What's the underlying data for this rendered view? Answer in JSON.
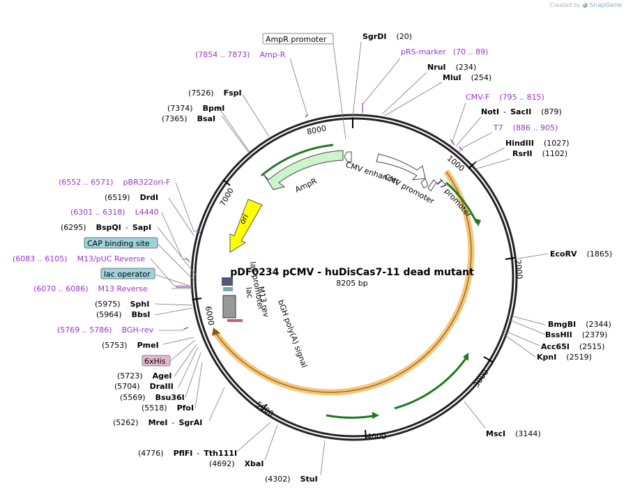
{
  "credit": {
    "prefix": "Created by",
    "brand": "SnapGene"
  },
  "title": "pDF0234 pCMV - huDisCas7-11 dead mutant",
  "size_label": "8205 bp",
  "ticks": [
    "1000",
    "2000",
    "3000",
    "4000",
    "5000",
    "6000",
    "7000",
    "8000"
  ],
  "features": [
    {
      "id": "ampr_promoter",
      "label": "AmpR promoter",
      "boxed": true,
      "box_color": "#ffffff"
    },
    {
      "id": "ampr",
      "label": "AmpR"
    },
    {
      "id": "cmv_enh",
      "label": "CMV enhancer"
    },
    {
      "id": "cmv_prom",
      "label": "CMV promoter"
    },
    {
      "id": "t7_prom",
      "label": "T7 promoter"
    },
    {
      "id": "ori",
      "label": "ori"
    },
    {
      "id": "lac_prom",
      "label": "lac promoter"
    },
    {
      "id": "m13rev",
      "label": "M13 rev"
    },
    {
      "id": "lacop_l",
      "label": "lac"
    },
    {
      "id": "bgh",
      "label": "bGH poly(A) signal"
    }
  ],
  "sites": [
    {
      "id": "sgrdi",
      "name": "SgrDI",
      "pos": "(20)"
    },
    {
      "id": "prs",
      "primer": true,
      "name": "pRS-marker",
      "pos": "(70 .. 89)"
    },
    {
      "id": "nrui",
      "name": "NruI",
      "pos": "(234)"
    },
    {
      "id": "mlui",
      "name": "MluI",
      "pos": "(254)"
    },
    {
      "id": "cmvf",
      "primer": true,
      "name": "CMV-F",
      "pos": "(795 .. 815)"
    },
    {
      "id": "noti",
      "name": "NotI",
      "name2": "SacII",
      "pos": "(879)"
    },
    {
      "id": "t7",
      "primer": true,
      "name": "T7",
      "pos": "(886 .. 905)"
    },
    {
      "id": "hindiii",
      "name": "HindIII",
      "pos": "(1027)"
    },
    {
      "id": "rsrii",
      "name": "RsrII",
      "pos": "(1102)"
    },
    {
      "id": "ecorv",
      "name": "EcoRV",
      "pos": "(1865)"
    },
    {
      "id": "bmgbi",
      "name": "BmgBI",
      "pos": "(2344)"
    },
    {
      "id": "bsshii",
      "name": "BssHII",
      "pos": "(2379)"
    },
    {
      "id": "acc65i",
      "name": "Acc65I",
      "pos": "(2515)"
    },
    {
      "id": "kpni",
      "name": "KpnI",
      "pos": "(2519)"
    },
    {
      "id": "msci",
      "name": "MscI",
      "pos": "(3144)"
    },
    {
      "id": "stui",
      "name": "StuI",
      "pos": "(4302)"
    },
    {
      "id": "xbai",
      "name": "XbaI",
      "pos": "(4692)"
    },
    {
      "id": "pflfi",
      "name": "PflFI",
      "name2": "Tth111I",
      "pos": "(4776)"
    },
    {
      "id": "mrei",
      "name": "MreI",
      "name2": "SgrAI",
      "pos": "(5262)"
    },
    {
      "id": "pfoi",
      "name": "PfoI",
      "pos": "(5518)"
    },
    {
      "id": "bsu36i",
      "name": "Bsu36I",
      "pos": "(5569)"
    },
    {
      "id": "draiii",
      "name": "DraIII",
      "pos": "(5704)"
    },
    {
      "id": "agei",
      "name": "AgeI",
      "pos": "(5723)"
    },
    {
      "id": "his",
      "label": "6xHis",
      "boxed": true,
      "box_color": "#e2b8cc"
    },
    {
      "id": "pmei",
      "name": "PmeI",
      "pos": "(5753)"
    },
    {
      "id": "bghrev",
      "primer": true,
      "name": "BGH-rev",
      "pos": "(5769 .. 5786)"
    },
    {
      "id": "bbsi",
      "name": "BbsI",
      "pos": "(5964)"
    },
    {
      "id": "sphi",
      "name": "SphI",
      "pos": "(5975)"
    },
    {
      "id": "m13r",
      "primer": true,
      "name": "M13 Reverse",
      "pos": "(6070 .. 6086)"
    },
    {
      "id": "lacop",
      "label": "lac operator",
      "boxed": true,
      "box_color": "#9ed3dc"
    },
    {
      "id": "m13puc",
      "primer": true,
      "name": "M13/pUC Reverse",
      "pos": "(6083 .. 6105)"
    },
    {
      "id": "cap",
      "label": "CAP binding site",
      "boxed": true,
      "box_color": "#9ed3dc"
    },
    {
      "id": "bspqi",
      "name": "BspQI",
      "name2": "SapI",
      "pos": "(6295)"
    },
    {
      "id": "l4440",
      "primer": true,
      "name": "L4440",
      "pos": "(6301 .. 6318)"
    },
    {
      "id": "drdi",
      "name": "DrdI",
      "pos": "(6519)"
    },
    {
      "id": "pbr",
      "primer": true,
      "name": "pBR322ori-F",
      "pos": "(6552 .. 6571)"
    },
    {
      "id": "bsai",
      "name": "BsaI",
      "pos": "(7365)"
    },
    {
      "id": "bpmi",
      "name": "BpmI",
      "pos": "(7374)"
    },
    {
      "id": "fspi",
      "name": "FspI",
      "pos": "(7526)"
    },
    {
      "id": "ampr_primer",
      "primer": true,
      "name": "Amp-R",
      "pos": "(7854 .. 7873)"
    }
  ],
  "colors": {
    "primer": "#9933cc",
    "ampr": "#ccf5cc",
    "orf": "#f5c57a",
    "ori": "#ffff00",
    "cmv": "#ffffff",
    "cds_arrow": "#2a8a2a"
  }
}
